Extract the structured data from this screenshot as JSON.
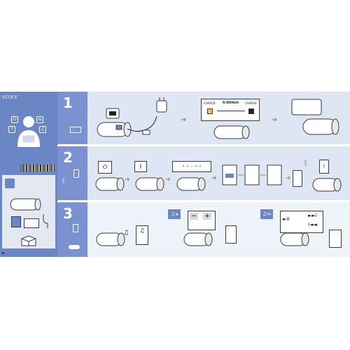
{
  "brand": "SONY",
  "steps": [
    {
      "number": "1"
    },
    {
      "number": "2"
    },
    {
      "number": "3"
    }
  ],
  "step1": {
    "charge_label_left": "CHARGE",
    "charge_time": "h:00min",
    "charge_label_right": "CHARGE"
  },
  "colors": {
    "left_panel": "#6b86c5",
    "step_bar": "#7a92cf",
    "row_light": "#dfe6f3",
    "row_lighter": "#eef2f9",
    "arrow": "#8a8a8a",
    "outline": "#3a3a3a"
  },
  "icons": [
    "person-reading-icon",
    "power-icon",
    "connect-icon",
    "question-icon",
    "music-note-icon",
    "bluetooth-icon",
    "smartphone-icon",
    "speaker-icon",
    "usb-cable-icon",
    "power-adapter-icon",
    "barcode",
    "cardboard-box-icon",
    "play-pause-icon",
    "next-track-icon",
    "previous-track-icon",
    "volume-icon"
  ]
}
